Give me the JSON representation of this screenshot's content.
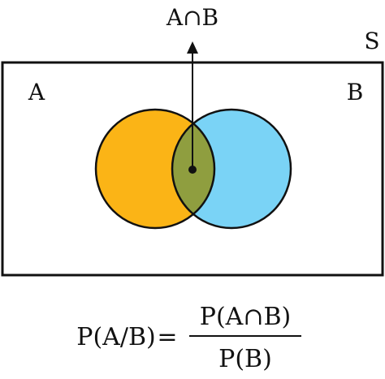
{
  "diagram": {
    "intersection_label": "A∩B",
    "sample_space_label": "S",
    "set_a_label": "A",
    "set_b_label": "B"
  },
  "formula": {
    "lhs": "P(A/B)",
    "equals": "=",
    "numerator": "P(A∩B)",
    "denominator": "P(B)"
  },
  "colors": {
    "set_a": "#FBB416",
    "set_b": "#7AD3F6",
    "intersection": "#8F9E3F",
    "stroke": "#111111",
    "background": "#FFFFFF"
  }
}
